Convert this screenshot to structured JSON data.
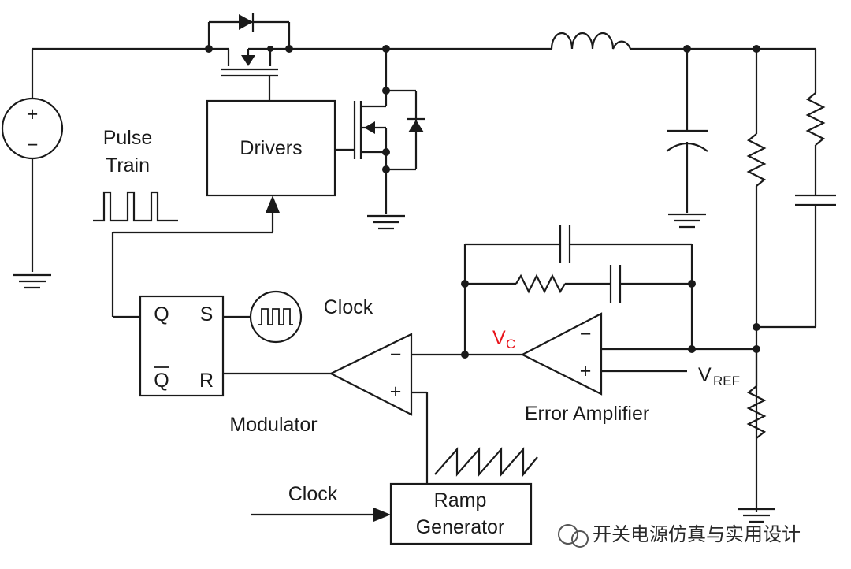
{
  "labels": {
    "pulse_train_line1": "Pulse",
    "pulse_train_line2": "Train",
    "drivers": "Drivers",
    "clock_top": "Clock",
    "clock_bottom": "Clock",
    "latch_q": "Q",
    "latch_s": "S",
    "latch_qbar": "Q",
    "latch_r": "R",
    "modulator": "Modulator",
    "ramp_line1": "Ramp",
    "ramp_line2": "Generator",
    "error_amplifier": "Error Amplifier",
    "vc_main": "V",
    "vc_sub": "C",
    "vref_main": "V",
    "vref_sub": "REF",
    "plus": "+",
    "minus": "−",
    "source_plus": "+",
    "source_minus": "−"
  },
  "watermark": "开关电源仿真与实用设计",
  "colors": {
    "line": "#1a1a1a",
    "vc_label": "#e8141b",
    "background": "#ffffff"
  }
}
